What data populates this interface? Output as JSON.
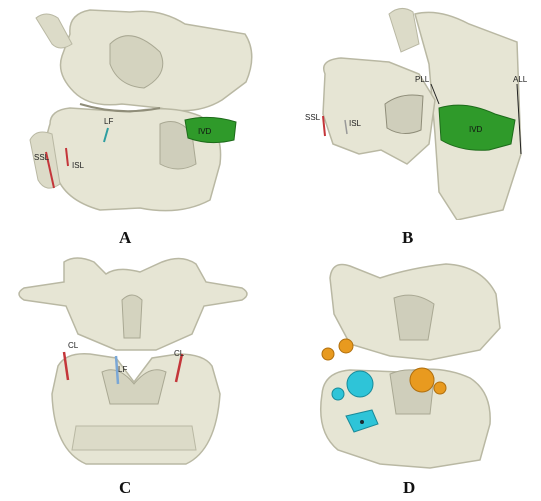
{
  "figure": {
    "panels": [
      {
        "id": "A",
        "letter": "A",
        "labels": {
          "ssl": "SSL",
          "isl": "ISL",
          "lf": "LF",
          "ivd": "IVD"
        }
      },
      {
        "id": "B",
        "letter": "B",
        "labels": {
          "ssl": "SSL",
          "isl": "ISL",
          "pll": "PLL",
          "ivd": "IVD",
          "all": "ALL"
        }
      },
      {
        "id": "C",
        "letter": "C",
        "labels": {
          "cl_left": "CL",
          "cl_right": "CL",
          "lf": "LF"
        }
      },
      {
        "id": "D",
        "letter": "D",
        "labels": {}
      }
    ],
    "colors": {
      "bone": "#e6e5d4",
      "bone_shadow": "#b9b8a3",
      "bone_dark": "#8f8d79",
      "ivd_green": "#2f9a2a",
      "ivd_green_dark": "#1d6b1a",
      "ligament_red": "#c4363a",
      "ligament_blue": "#7aa7d6",
      "ligament_teal": "#2e9ea0",
      "facet_orange": "#e89a1f",
      "facet_cyan": "#2ec4d8"
    }
  }
}
